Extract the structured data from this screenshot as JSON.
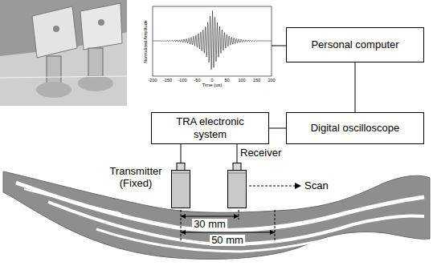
{
  "diagram": {
    "nodes": [
      {
        "text": [
          "Personal computer"
        ]
      },
      {
        "text": [
          "TRA electronic system"
        ]
      },
      {
        "text": [
          "Digital oscilloscope"
        ]
      },
      {
        "text": [
          "Transmitter (Fixed)"
        ]
      },
      {
        "text": [
          "Receiver"
        ]
      }
    ],
    "edges": [
      {
        "from": 0,
        "to": 2,
        "arrow": "none"
      },
      {
        "from": 2,
        "to": 1,
        "arrow": "none"
      },
      {
        "from": 1,
        "to": 3,
        "arrow": "none"
      },
      {
        "from": 1,
        "to": 4,
        "arrow": "none"
      }
    ],
    "labels": [
      "Normalized Amplitude",
      "Time (us)",
      "-200",
      "-150",
      "-100",
      "-50",
      "0",
      "50",
      "100",
      "150",
      "200",
      "Scan",
      "30 mm",
      "50 mm"
    ]
  }
}
